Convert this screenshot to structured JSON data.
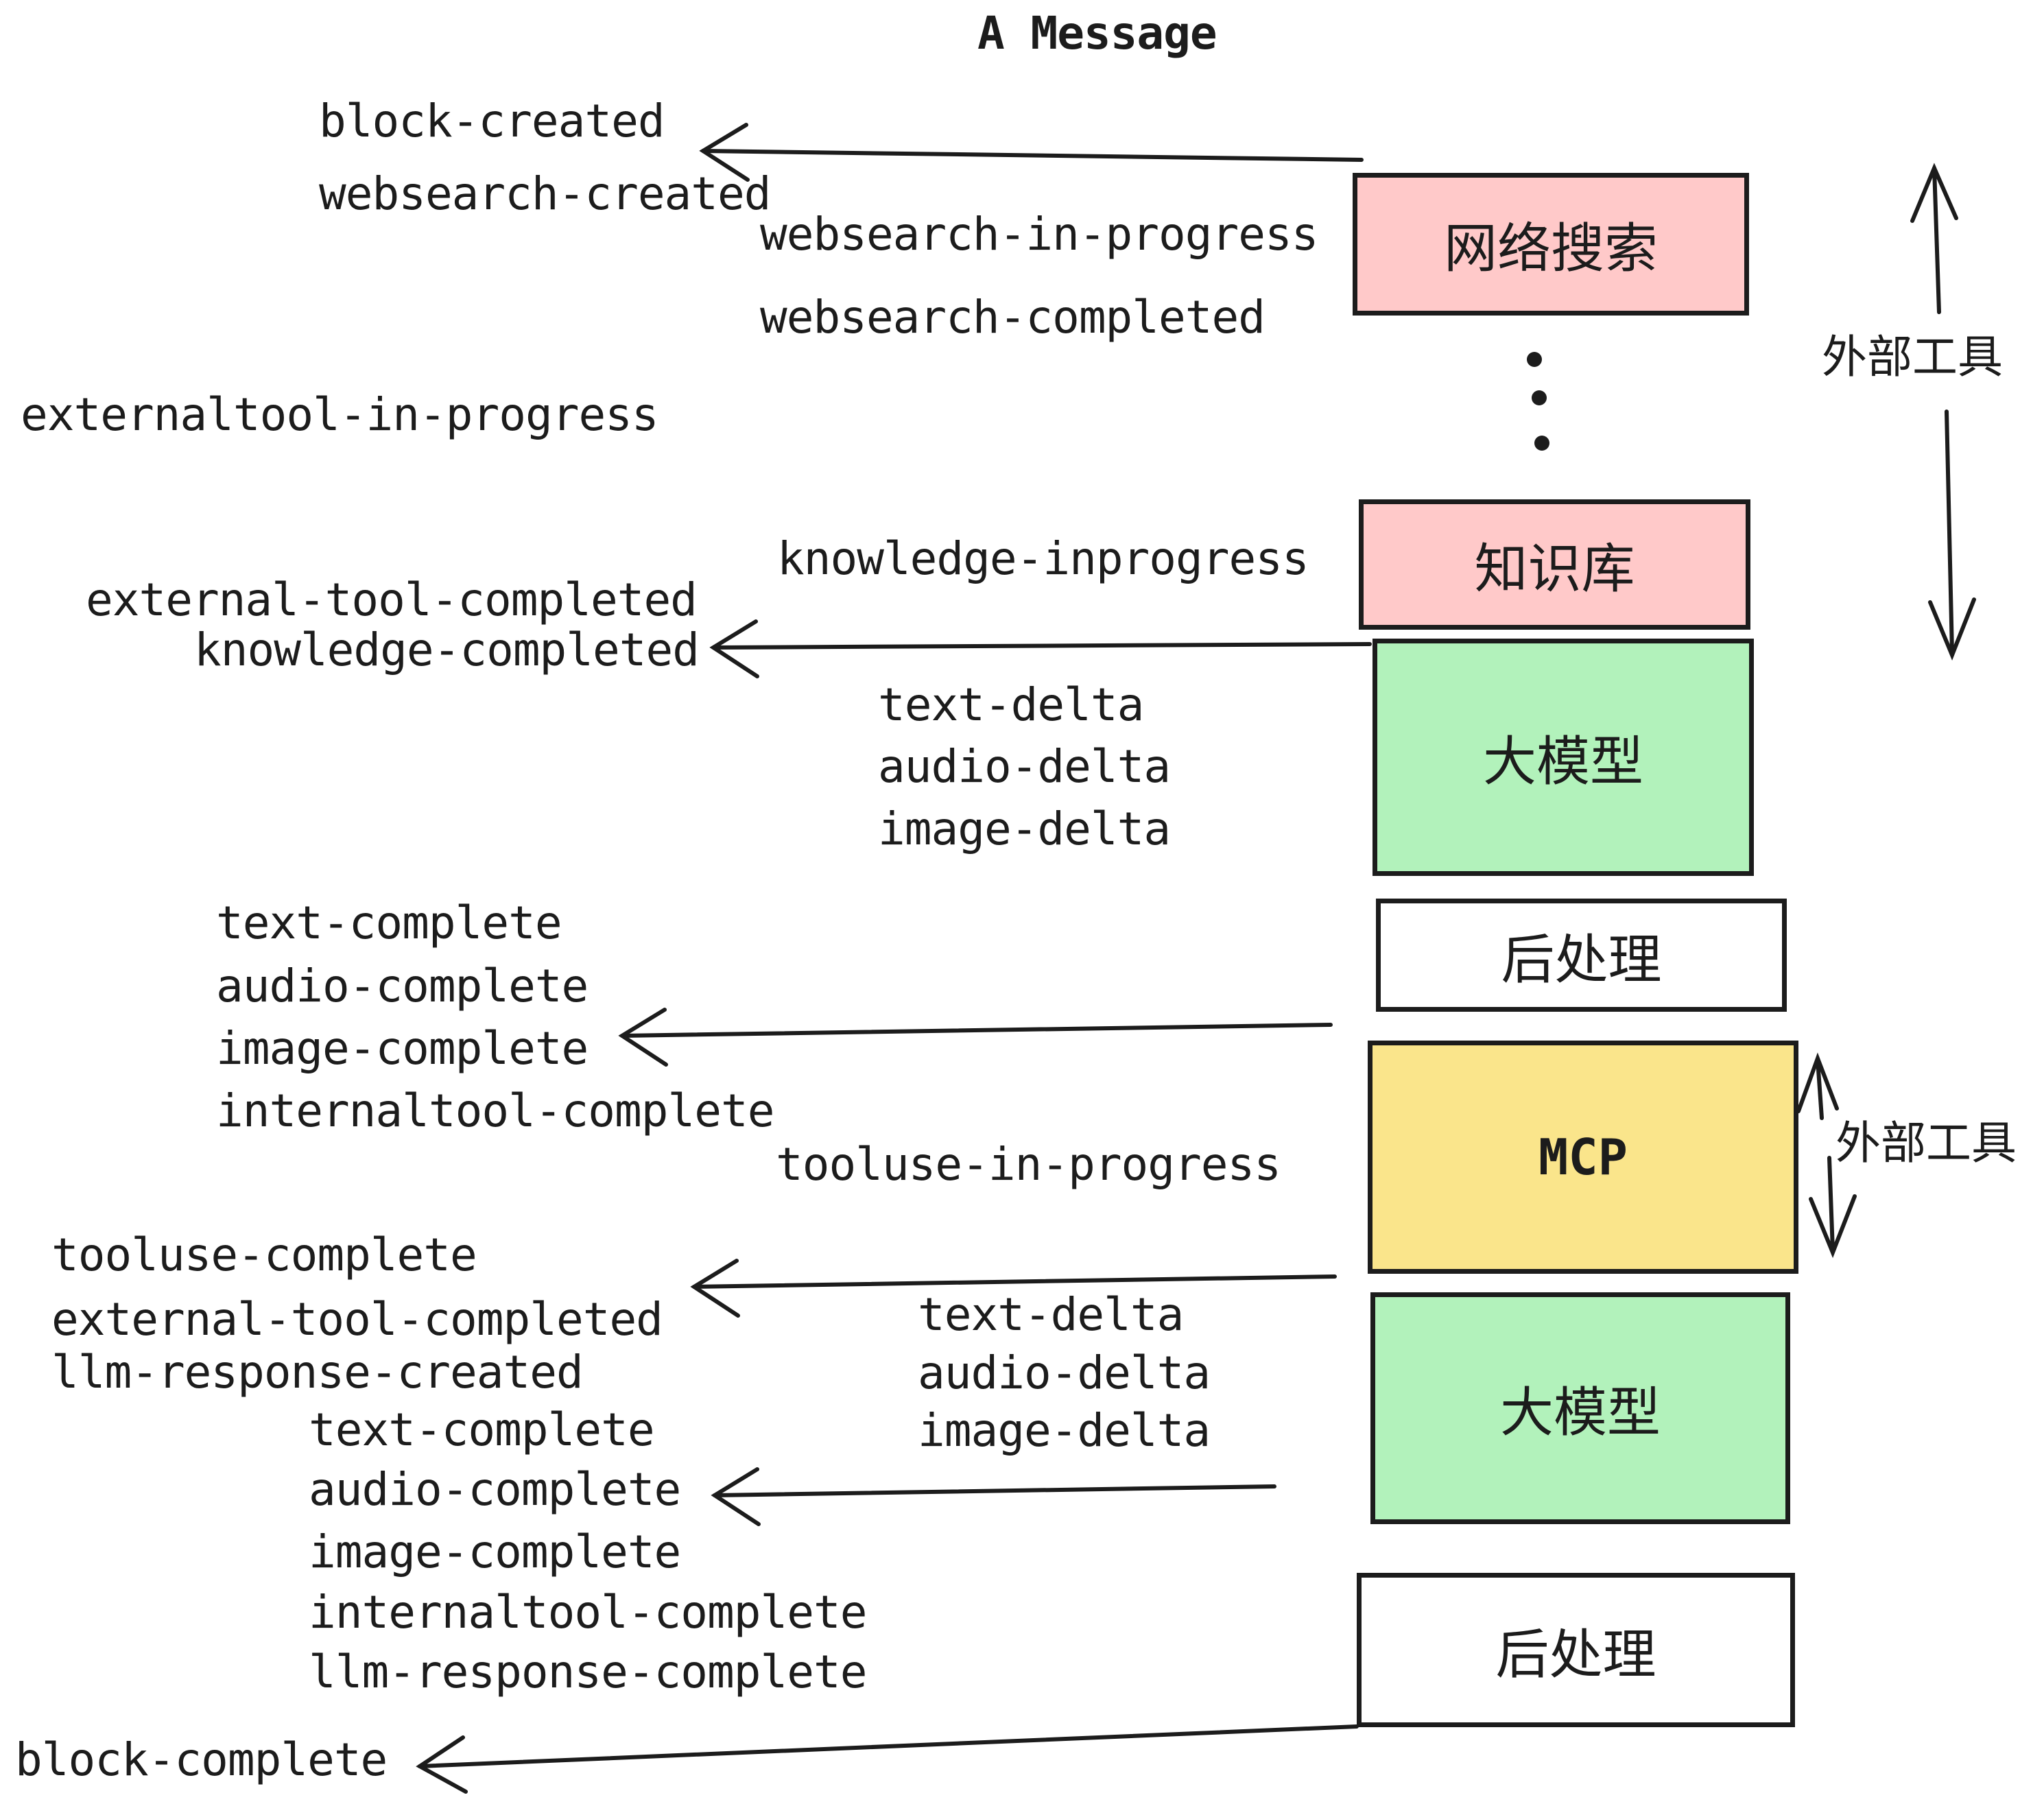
{
  "title": "A Message",
  "events": {
    "block_created": "block-created",
    "websearch_created": "websearch-created",
    "websearch_in_progress": "websearch-in-progress",
    "websearch_completed": "websearch-completed",
    "externaltool_in_progress": "externaltool-in-progress",
    "knowledge_inprogress": "knowledge-inprogress",
    "external_tool_completed": "external-tool-completed",
    "knowledge_completed": "knowledge-completed",
    "text_delta": "text-delta",
    "audio_delta": "audio-delta",
    "image_delta": "image-delta",
    "text_complete": "text-complete",
    "audio_complete": "audio-complete",
    "image_complete": "image-complete",
    "internaltool_complete": "internaltool-complete",
    "tooluse_in_progress": "tooluse-in-progress",
    "tooluse_complete": "tooluse-complete",
    "llm_response_created": "llm-response-created",
    "llm_response_complete": "llm-response-complete",
    "block_complete": "block-complete"
  },
  "boxes": {
    "web_search": "网络搜索",
    "knowledge_base": "知识库",
    "llm": "大模型",
    "post_process": "后处理",
    "mcp": "MCP"
  },
  "side_labels": {
    "external_tools": "外部工具"
  },
  "colors": {
    "box_pink": "#FFC9C9",
    "box_green": "#B2F2BB",
    "box_yellow": "#FAE58B",
    "box_white": "#FFFFFF",
    "ink": "#1C1C1C"
  }
}
